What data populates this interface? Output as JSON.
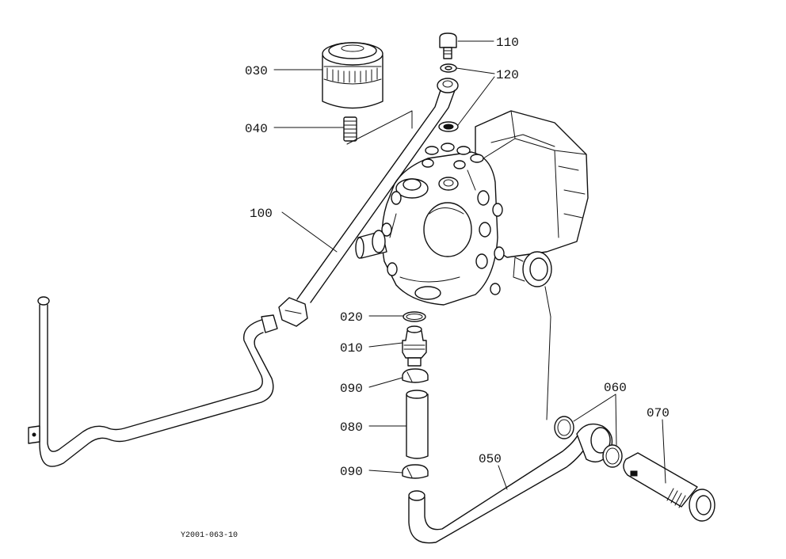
{
  "figure_code": "Y2001-063-10",
  "parts": {
    "p030": "030",
    "p040": "040",
    "p100": "100",
    "p110": "110",
    "p120": "120",
    "p020": "020",
    "p010": "010",
    "p090a": "090",
    "p080": "080",
    "p090b": "090",
    "p060": "060",
    "p070": "070",
    "p050": "050"
  }
}
